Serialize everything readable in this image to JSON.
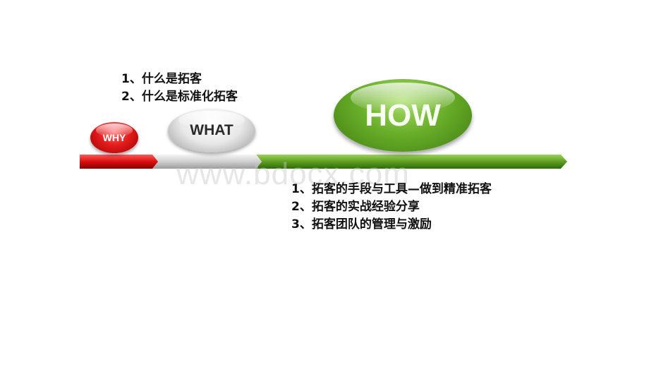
{
  "what_list": [
    "1、什么是拓客",
    "2、什么是标准化拓客"
  ],
  "pills": {
    "why": "WHY",
    "what": "WHAT",
    "how": "HOW"
  },
  "how_list": [
    "1、拓客的手段与工具—做到精准拓客",
    "2、拓客的实战经验分享",
    "3、拓客团队的管理与激励"
  ],
  "watermark": "www.bdocx.com",
  "colors": {
    "why": "#e41c1c",
    "what": "#c8c8c8",
    "how": "#5d9e24"
  }
}
